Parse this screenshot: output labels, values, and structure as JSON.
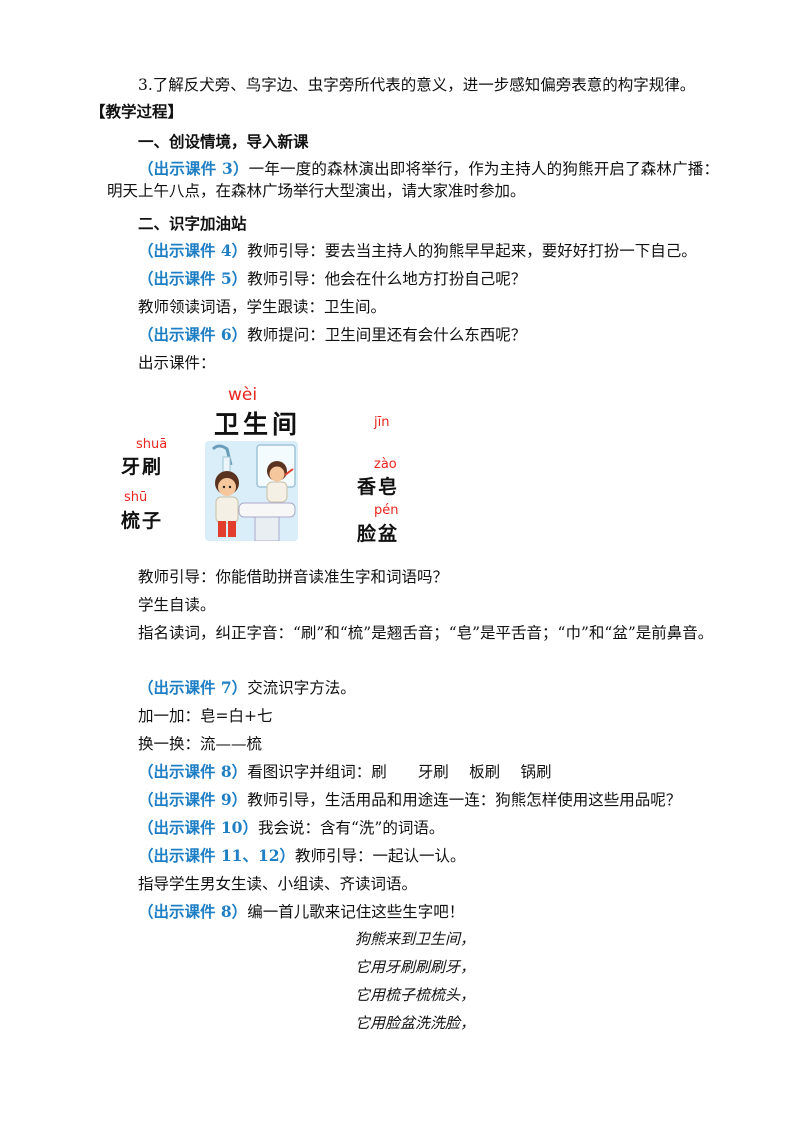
{
  "objective3": "3.了解反犬旁、鸟字边、虫字旁所代表的意义，进一步感知偏旁表意的构字规律。",
  "section_process": "【教学过程】",
  "step1_title": "一、创设情境，导入新课",
  "step1_tag": "（出示课件 3）",
  "step1_text": "一年一度的森林演出即将举行，作为主持人的狗熊开启了森林广播：明天上午八点，在森林广场举行大型演出，请大家准时参加。",
  "step2_title": "二、识字加油站",
  "p4_tag": "（出示课件 4）",
  "p4_text": "教师引导：要去当主持人的狗熊早早起来，要好好打扮一下自己。",
  "p5_tag": "（出示课件 5）",
  "p5_text": "教师引导：他会在什么地方打扮自己呢？",
  "p_read": "教师领读词语，学生跟读：卫生间。",
  "p6_tag": "（出示课件 6）",
  "p6_text": "教师提问：卫生间里还有会什么东西呢？",
  "p_show": "出示课件：",
  "illustration": {
    "py_wei": "wèi",
    "word_center": "卫生间",
    "py_shua": "shuā",
    "word_yashua": "牙刷",
    "py_shu": "shū",
    "word_shuzi": "梳子",
    "py_jin": "jīn",
    "py_zao": "zào",
    "word_xiangzao": "香皂",
    "py_pen": "pén",
    "word_lianpen": "脸盆"
  },
  "p_guide": "教师引导：你能借助拼音读准生字和词语吗？",
  "p_self": "学生自读。",
  "p_correct": "指名读词，纠正字音：“刷”和“梳”是翘舌音；“皂”是平舌音；“巾”和“盆”是前鼻音。",
  "p7_tag": "（出示课件 7）",
  "p7_text": "交流识字方法。",
  "p_add": "加一加：皂=白+七",
  "p_swap": "换一换：流——梳",
  "p8_tag": "（出示课件 8）",
  "p8_text": "看图识字并组词：刷　　牙刷　 板刷　 锅刷",
  "p9_tag": "（出示课件 9）",
  "p9_text": "教师引导，生活用品和用途连一连：狗熊怎样使用这些用品呢？",
  "p10_tag": "（出示课件 10）",
  "p10_text": "我会说：含有“洗”的词语。",
  "p11_tag": "（出示课件 11、12）",
  "p11_text": "教师引导：一起认一认。",
  "p_group": "指导学生男女生读、小组读、齐读词语。",
  "p8b_tag": "（出示课件 8）",
  "p8b_text": "编一首儿歌来记住这些生字吧！",
  "poem": [
    "狗熊来到卫生间，",
    "它用牙刷刷刷牙，",
    "它用梳子梳梳头，",
    "它用脸盆洗洗脸，"
  ],
  "colors": {
    "tag_blue": "#1f7fc4",
    "pinyin_red": "#e8261e"
  }
}
